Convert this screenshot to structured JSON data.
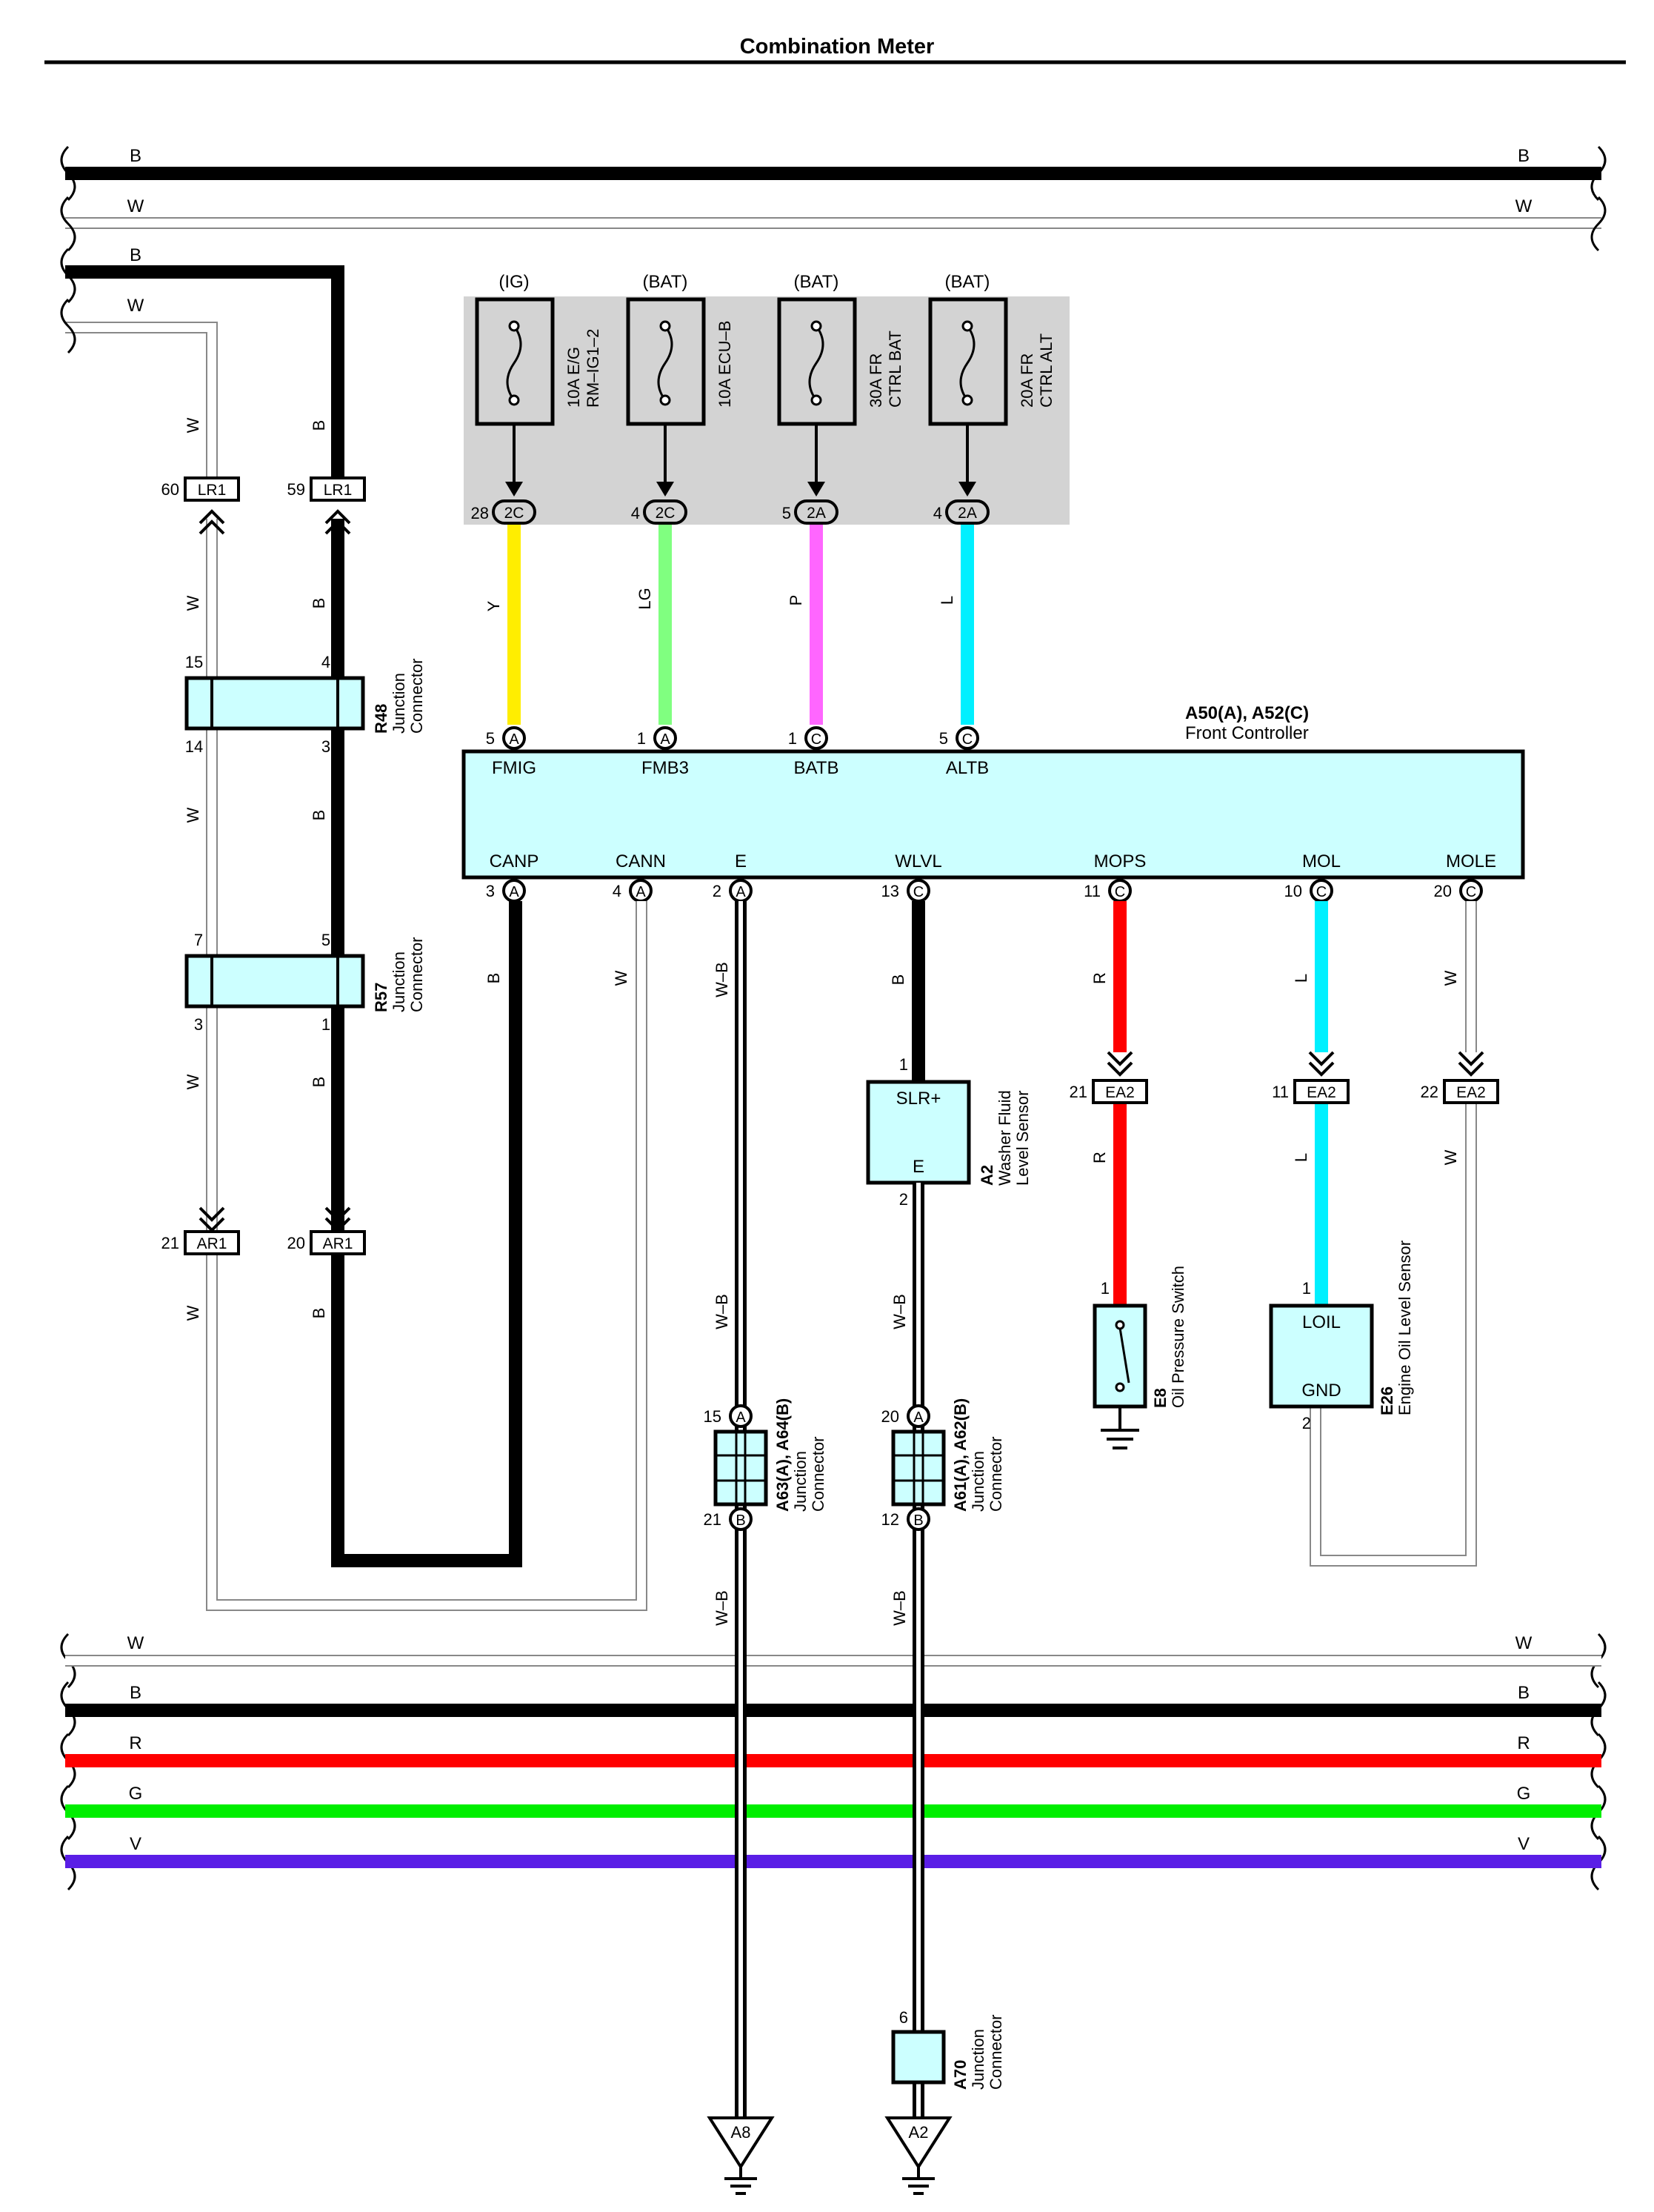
{
  "title": "Combination Meter",
  "colors": {
    "B": "#000000",
    "W": "#ffffff",
    "R": "#ff0000",
    "G": "#00ee00",
    "V": "#5a1ee6",
    "Y": "#ffee00",
    "LG": "#80ff80",
    "P": "#ff66ff",
    "L": "#00f0ff",
    "box_fill": "#ccffff",
    "fuse_bg": "#d3d3d3"
  },
  "buses_top": [
    {
      "color_label": "B",
      "color": "B"
    },
    {
      "color_label": "W",
      "color": "W"
    }
  ],
  "buses_bottom": [
    {
      "color_label": "W",
      "color": "W"
    },
    {
      "color_label": "B",
      "color": "B"
    },
    {
      "color_label": "R",
      "color": "R"
    },
    {
      "color_label": "G",
      "color": "G"
    },
    {
      "color_label": "V",
      "color": "V"
    }
  ],
  "left_branch": {
    "labels": [
      "B",
      "W"
    ]
  },
  "fuses": [
    {
      "supply": "(IG)",
      "rating": "10A E/G",
      "name": "RM–IG1–2",
      "pin": "28",
      "connector": "2C",
      "wire": "Y"
    },
    {
      "supply": "(BAT)",
      "rating": "10A ECU–B",
      "name": "",
      "pin": "4",
      "connector": "2C",
      "wire": "LG"
    },
    {
      "supply": "(BAT)",
      "rating": "30A FR",
      "name": "CTRL BAT",
      "pin": "5",
      "connector": "2A",
      "wire": "P"
    },
    {
      "supply": "(BAT)",
      "rating": "20A FR",
      "name": "CTRL ALT",
      "pin": "4",
      "connector": "2A",
      "wire": "L"
    }
  ],
  "controller": {
    "id": "A50(A), A52(C)",
    "name": "Front Controller",
    "top_pins": [
      {
        "num": "5",
        "conn": "A",
        "label": "FMIG"
      },
      {
        "num": "1",
        "conn": "A",
        "label": "FMB3"
      },
      {
        "num": "1",
        "conn": "C",
        "label": "BATB"
      },
      {
        "num": "5",
        "conn": "C",
        "label": "ALTB"
      }
    ],
    "bottom_pins": [
      {
        "num": "3",
        "conn": "A",
        "label": "CANP"
      },
      {
        "num": "4",
        "conn": "A",
        "label": "CANN"
      },
      {
        "num": "2",
        "conn": "A",
        "label": "E"
      },
      {
        "num": "13",
        "conn": "C",
        "label": "WLVL"
      },
      {
        "num": "11",
        "conn": "C",
        "label": "MOPS"
      },
      {
        "num": "10",
        "conn": "C",
        "label": "MOL"
      },
      {
        "num": "20",
        "conn": "C",
        "label": "MOLE"
      }
    ]
  },
  "lr1": [
    {
      "pin": "60",
      "name": "LR1",
      "wire_above": "W",
      "wire_below": "W"
    },
    {
      "pin": "59",
      "name": "LR1",
      "wire_above": "B",
      "wire_below": "B"
    }
  ],
  "junctions": [
    {
      "id": "R48",
      "name": "Junction",
      "name2": "Connector",
      "pins": [
        "15",
        "4",
        "14",
        "3"
      ]
    },
    {
      "id": "R57",
      "name": "Junction",
      "name2": "Connector",
      "pins": [
        "7",
        "5",
        "3",
        "1"
      ]
    }
  ],
  "ar1": [
    {
      "pin": "21",
      "name": "AR1"
    },
    {
      "pin": "20",
      "name": "AR1"
    }
  ],
  "left_wire_labels": [
    "W",
    "B",
    "W",
    "B",
    "W",
    "B",
    "W",
    "B"
  ],
  "can_wires": {
    "canp": "B",
    "cann": "W"
  },
  "ground_wires": {
    "e_upper": "W–B",
    "e_lower": "W–B",
    "e_bottom": "W–B",
    "a2_upper": "B",
    "a2_mid": "W–B",
    "a2_bottom": "W–B"
  },
  "washer": {
    "id": "A2",
    "name": "Washer Fluid",
    "name2": "Level Sensor",
    "pin_top": "1",
    "pin_bottom": "2",
    "label_top": "SLR+",
    "label_bottom": "E"
  },
  "ea2": [
    {
      "pin": "21",
      "name": "EA2",
      "wire_above": "R",
      "wire_below": "R"
    },
    {
      "pin": "11",
      "name": "EA2",
      "wire_above": "L",
      "wire_below": "L"
    },
    {
      "pin": "22",
      "name": "EA2",
      "wire_above": "W",
      "wire_below": "W"
    }
  ],
  "oil_switch": {
    "id": "E8",
    "name": "Oil Pressure Switch",
    "pin": "1"
  },
  "oil_sensor": {
    "id": "E26",
    "name": "Engine Oil Level Sensor",
    "pin_top": "1",
    "pin_bottom": "2",
    "label_top": "LOIL",
    "label_bottom": "GND"
  },
  "jc_a63": {
    "id": "A63(A), A64(B)",
    "name": "Junction",
    "name2": "Connector",
    "pin_top": "15",
    "conn_top": "A",
    "pin_bottom": "21",
    "conn_bottom": "B"
  },
  "jc_a61": {
    "id": "A61(A), A62(B)",
    "name": "Junction",
    "name2": "Connector",
    "pin_top": "20",
    "conn_top": "A",
    "pin_bottom": "12",
    "conn_bottom": "B"
  },
  "jc_a70": {
    "id": "A70",
    "name": "Junction",
    "name2": "Connector",
    "pin": "6"
  },
  "grounds": [
    "A8",
    "A2"
  ]
}
